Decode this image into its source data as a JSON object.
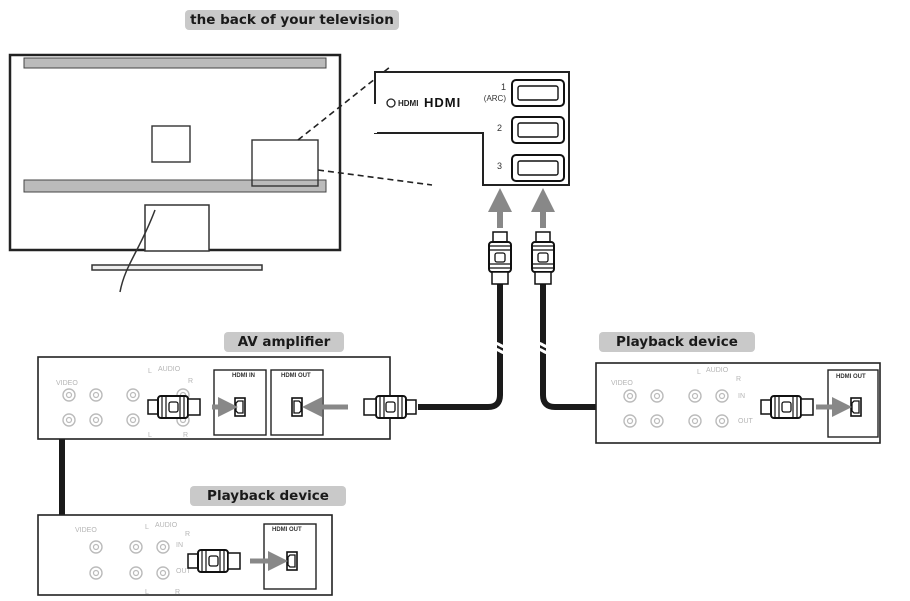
{
  "labels": {
    "tv_back": "the back of your television",
    "av_amplifier": "AV amplifier",
    "playback_right": "Playback device",
    "playback_bottom": "Playback device"
  },
  "hdmi_panel": {
    "logo_small": "HDMI",
    "logo_large": "HDMI",
    "ports": [
      {
        "number": "1",
        "sub": "(ARC)"
      },
      {
        "number": "2",
        "sub": ""
      },
      {
        "number": "3",
        "sub": ""
      }
    ]
  },
  "device_panel": {
    "video": "VIDEO",
    "audio": "AUDIO",
    "l": "L",
    "r": "R",
    "in": "IN",
    "out": "OUT",
    "hdmi_in": "HDMI IN",
    "hdmi_out": "HDMI OUT"
  },
  "colors": {
    "cable": "#1a1a1a",
    "arrow": "#888888",
    "pill": "#c9c9c9",
    "faint": "#b5b5b5"
  }
}
